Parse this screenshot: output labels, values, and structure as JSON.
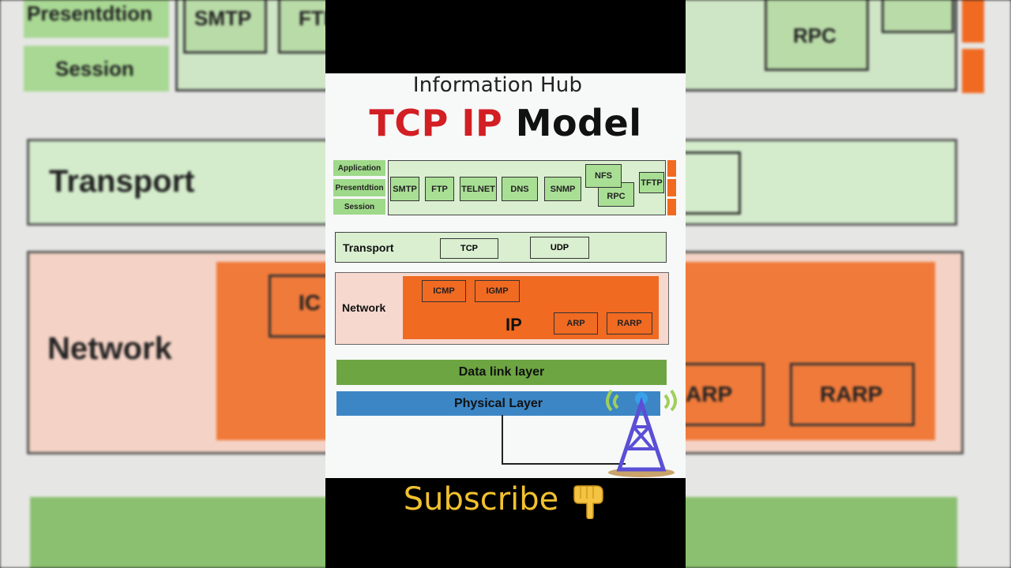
{
  "slide": {
    "hub_title": "Information Hub",
    "title_red": "TCP IP",
    "title_dark": "Model"
  },
  "upper_layers": {
    "labels": [
      "Application",
      "Presentdtion",
      "Session"
    ],
    "protocols": [
      "SMTP",
      "FTP",
      "TELNET",
      "DNS",
      "SNMP",
      "NFS",
      "RPC",
      "TFTP"
    ]
  },
  "transport": {
    "label": "Transport",
    "protocols": [
      "TCP",
      "UDP"
    ]
  },
  "network": {
    "label": "Network",
    "center_label": "IP",
    "protocols": [
      "ICMP",
      "IGMP",
      "ARP",
      "RARP"
    ]
  },
  "datalink": {
    "label": "Data link layer"
  },
  "physical": {
    "label": "Physical Layer"
  },
  "cta": {
    "subscribe": "Subscribe"
  },
  "icons": [
    "antenna-tower-icon",
    "pointing-down-hand-icon"
  ],
  "colors": {
    "title_red": "#d21f24",
    "green_light": "#a9df95",
    "orange": "#f06a22",
    "datalink_green": "#6ca541",
    "physical_blue": "#3c86c6",
    "subscribe_yellow": "#f2c12e"
  }
}
